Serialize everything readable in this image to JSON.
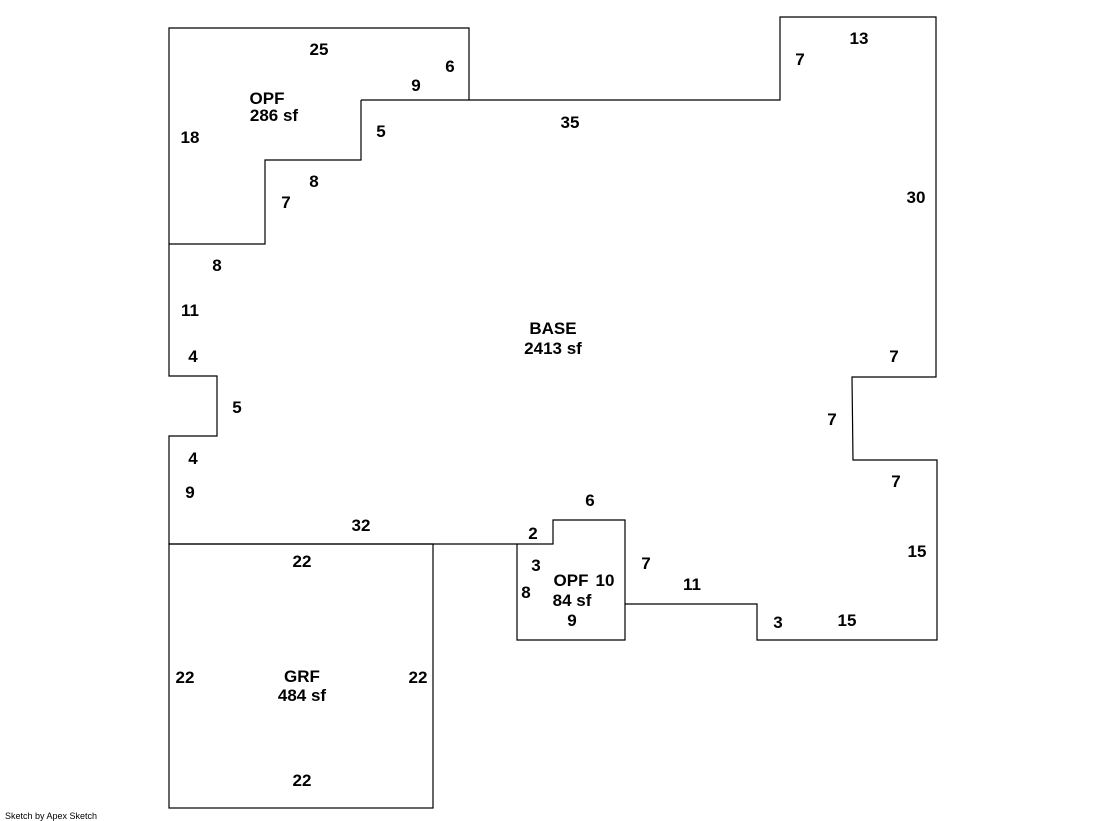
{
  "areas": {
    "base": {
      "name": "BASE",
      "size": "2413 sf"
    },
    "opf_upper": {
      "name": "OPF",
      "size": "286 sf"
    },
    "opf_lower": {
      "name": "OPF",
      "size": "84 sf"
    },
    "grf": {
      "name": "GRF",
      "size": "484 sf"
    }
  },
  "dimensions": {
    "base": [
      "35",
      "13",
      "7",
      "30",
      "7",
      "7",
      "7",
      "15",
      "15",
      "3",
      "11",
      "7",
      "6",
      "2",
      "32",
      "9",
      "4",
      "5",
      "4",
      "11",
      "8",
      "7",
      "8",
      "5",
      "9"
    ],
    "opf_upper": [
      "25",
      "6",
      "18"
    ],
    "opf_lower": [
      "10",
      "3",
      "8",
      "9"
    ],
    "grf": [
      "22",
      "22",
      "22",
      "22"
    ]
  },
  "footer": "Sketch by Apex Sketch"
}
